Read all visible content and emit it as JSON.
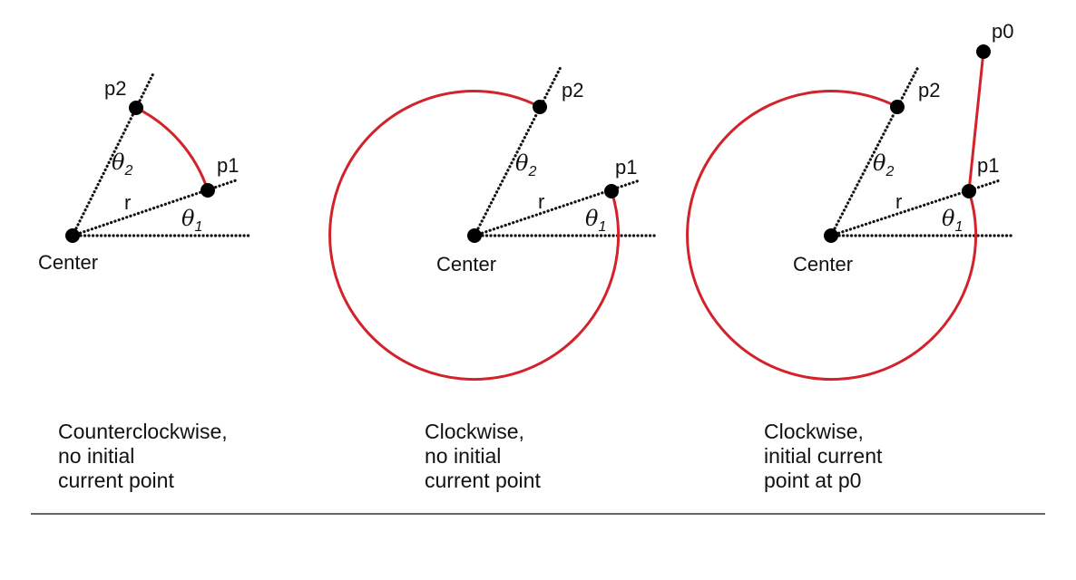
{
  "colors": {
    "arc": "#d2232a",
    "ink": "#111111",
    "background": "#ffffff"
  },
  "labels": {
    "center": "Center",
    "p0": "p0",
    "p1": "p1",
    "p2": "p2",
    "r": "r",
    "theta": "θ",
    "sub1": "1",
    "sub2": "2"
  },
  "panels": [
    {
      "caption": [
        "Counterclockwise,",
        "no initial",
        "current point"
      ]
    },
    {
      "caption": [
        "Clockwise,",
        "no initial",
        "current point"
      ]
    },
    {
      "caption": [
        "Clockwise,",
        "initial current",
        "point at p0"
      ]
    }
  ]
}
